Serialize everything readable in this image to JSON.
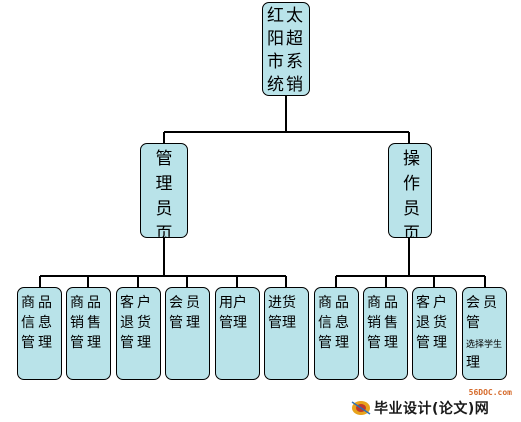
{
  "diagram": {
    "root": {
      "label": "红太阳超市系统销"
    },
    "managers": [
      {
        "label": "管理员页",
        "children": [
          "商品信息管理",
          "商品销售管理",
          "客户退货管理",
          "会员管理",
          "用户管理",
          "进货管理"
        ]
      },
      {
        "label": "操作员页",
        "children": [
          "商品信息管理",
          "商品销售管理",
          "客户退货管理",
          "会员管"
        ]
      }
    ],
    "member_extra": {
      "small": "选择学生",
      "big": "理"
    }
  },
  "watermark": {
    "url": "56DOC.com",
    "text": "毕业设计(论文)网"
  },
  "colors": {
    "box_fill": "#b9e3e9",
    "line": "#000000"
  }
}
